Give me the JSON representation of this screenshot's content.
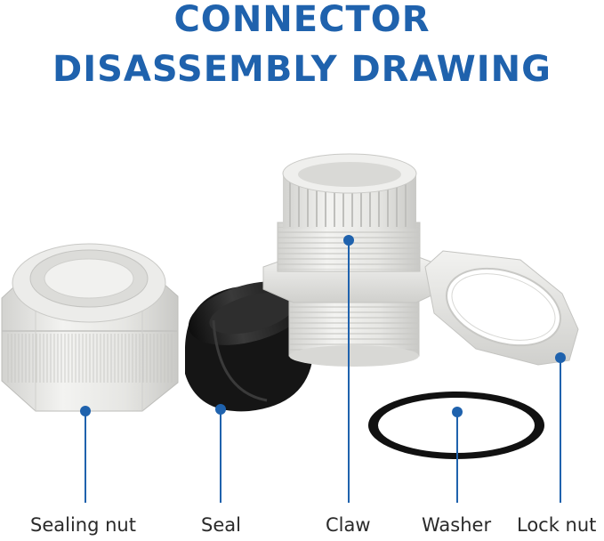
{
  "title": {
    "line1": "CONNECTOR",
    "line2": "DISASSEMBLY DRAWING"
  },
  "parts": [
    {
      "id": "sealing-nut",
      "label": "Sealing nut"
    },
    {
      "id": "seal",
      "label": "Seal"
    },
    {
      "id": "claw",
      "label": "Claw"
    },
    {
      "id": "washer",
      "label": "Washer"
    },
    {
      "id": "lock-nut",
      "label": "Lock nut"
    }
  ],
  "colors": {
    "title": "#1f62ad",
    "callout": "#1f62ad",
    "plastic": "#e9e9e7",
    "rubber": "#1c1c1c",
    "label": "#2a2a2a"
  }
}
